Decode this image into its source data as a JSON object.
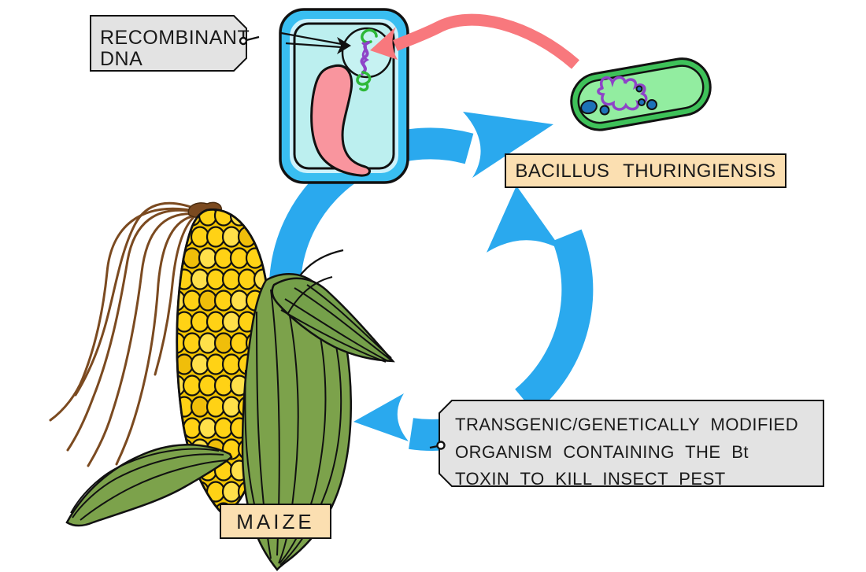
{
  "diagram_title": "Genetic modification of maize with Bt toxin gene",
  "labels": {
    "recombinant_dna": {
      "line1": "RECOMBINANT",
      "line2": "DNA"
    },
    "bacillus": {
      "text": "BACILLUS THURINGIENSIS"
    },
    "maize": {
      "text": "MAIZE"
    },
    "transgenic": {
      "line1": "TRANSGENIC/GENETICALLY MODIFIED",
      "line2": "ORGANISM CONTAINING THE Bt",
      "line3": "TOXIN TO KILL INSECT PEST"
    }
  },
  "colors": {
    "page_bg": "#FFFFFF",
    "cycle_blue": "#2AA9EE",
    "cell_wall_blue": "#39BEF1",
    "cell_highlight": "#CDF2FB",
    "cell_cytoplasm": "#BCEFEF",
    "nucleus_fill": "#C6F2F2",
    "vacuole_pink": "#F9959E",
    "transfer_arrow_red": "#F8787D",
    "bacterium_rim_green": "#3EC159",
    "bacterium_fill_green": "#92EDA0",
    "dna_purple": "#8E44C8",
    "dna_green": "#2DB838",
    "plasmid_blue": "#1D72B8",
    "cob_base": "#F2C400",
    "kernel_yellow": "#FFD215",
    "kernel_light": "#FFE04A",
    "kernel_deep": "#F0BE0A",
    "silk_brown": "#7B4A20",
    "leaf_green": "#7CA24B",
    "leaf_dark": "#75A04A",
    "label_tan": "#FBDFB1",
    "label_gray": "#E3E3E3",
    "outline_black": "#111111"
  }
}
